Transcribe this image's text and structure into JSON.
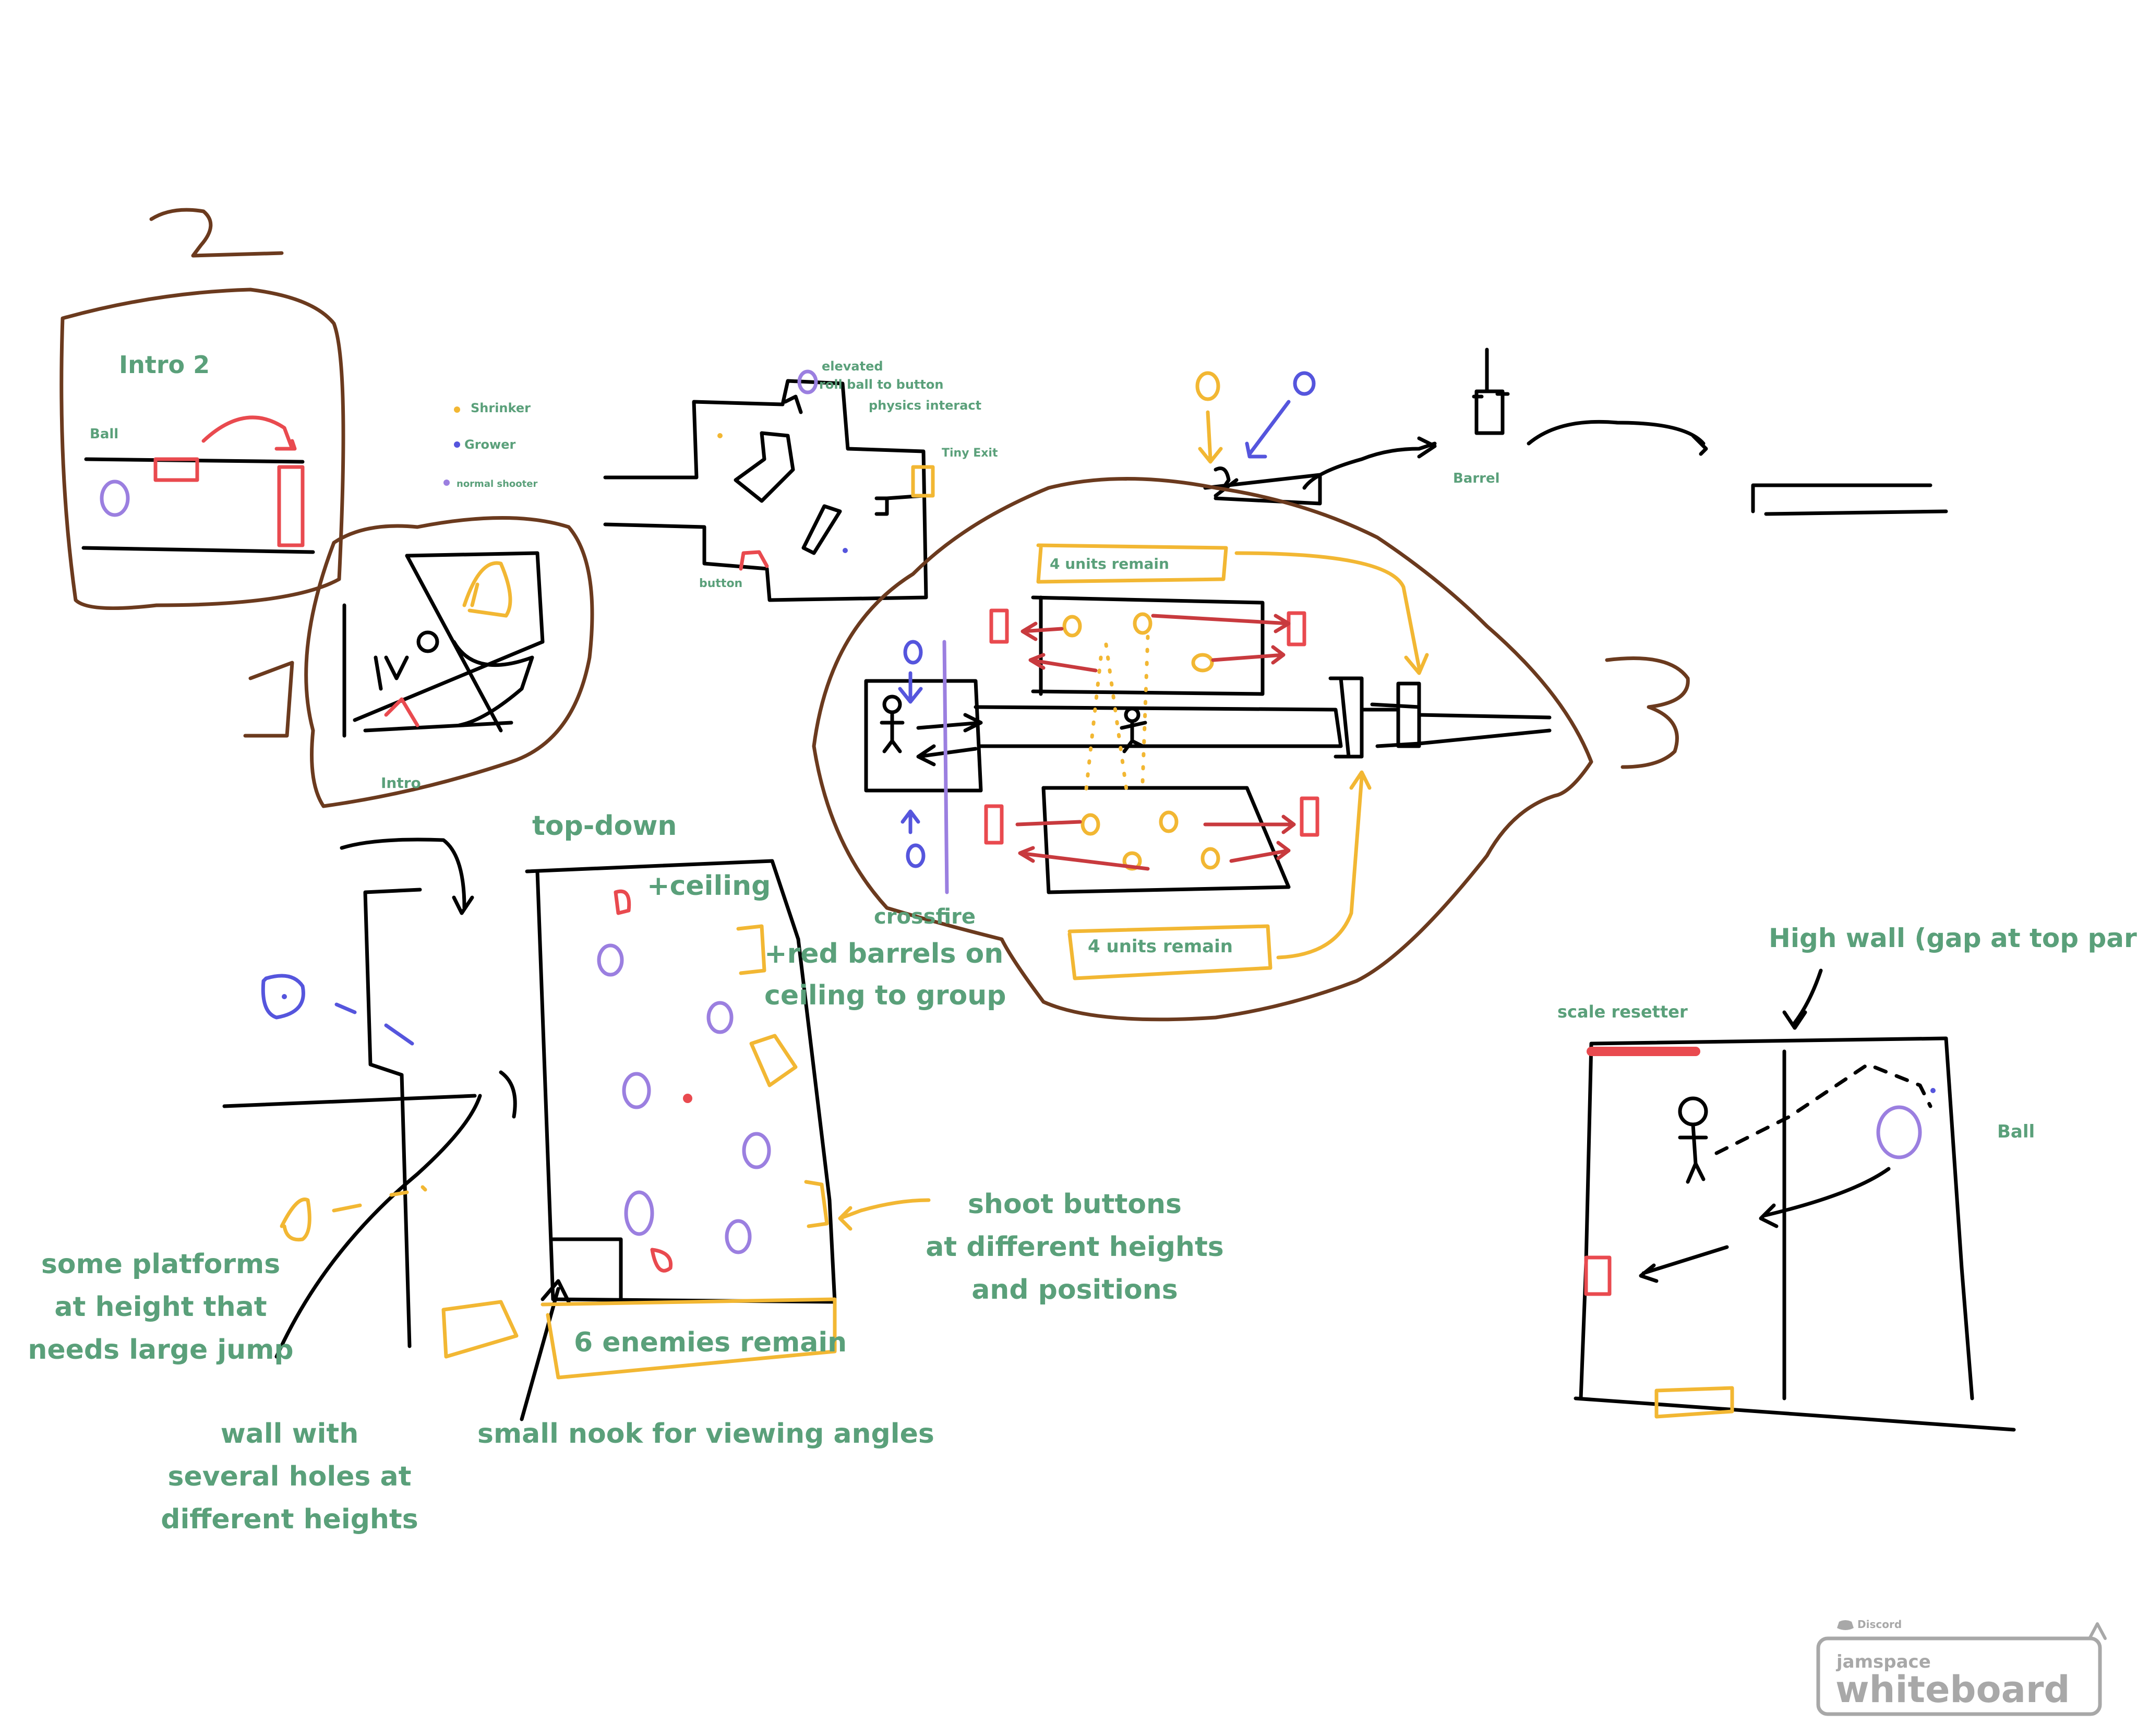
{
  "colors": {
    "label_green": "#5aa07a",
    "ink_black": "#000000",
    "ink_brown": "#6b3a1e",
    "ink_red": "#e94a4f",
    "ink_yellow": "#f2b733",
    "ink_blue": "#5555dd",
    "ink_purple": "#9b7fe0",
    "watermark_gray": "#a8a8a8"
  },
  "labels": {
    "intro2": "Intro 2",
    "ball": "Ball",
    "intro": "Intro",
    "shrinker": "Shrinker",
    "grower": "Grower",
    "normal_shooter": "normal shooter",
    "elevated": "elevated",
    "roll_ball": "roll ball to button",
    "physics_interact": "physics interact",
    "tiny_exit": "Tiny Exit",
    "button": "button",
    "barrel": "Barrel",
    "units_top": "4 units remain",
    "units_bottom": "4 units remain",
    "crossfire": "crossfire",
    "top_down": "top-down",
    "ceiling": "+ceiling",
    "red_barrels_1": "+red barrels on",
    "red_barrels_2": "ceiling to group",
    "enemies_remain": "6 enemies remain",
    "platforms_1": "some platforms",
    "platforms_2": "at height that",
    "platforms_3": "needs large jump",
    "wall_1": "wall with",
    "wall_2": "several holes at",
    "wall_3": "different heights",
    "nook": "small nook for viewing angles",
    "shoot_1": "shoot buttons",
    "shoot_2": "at different heights",
    "shoot_3": "and positions",
    "high_wall": "High wall (gap at top part)",
    "scale_resetter": "scale resetter",
    "ball_right": "Ball"
  },
  "watermark": {
    "discord": "Discord",
    "jamspace": "jamspace",
    "whiteboard": "whiteboard"
  }
}
